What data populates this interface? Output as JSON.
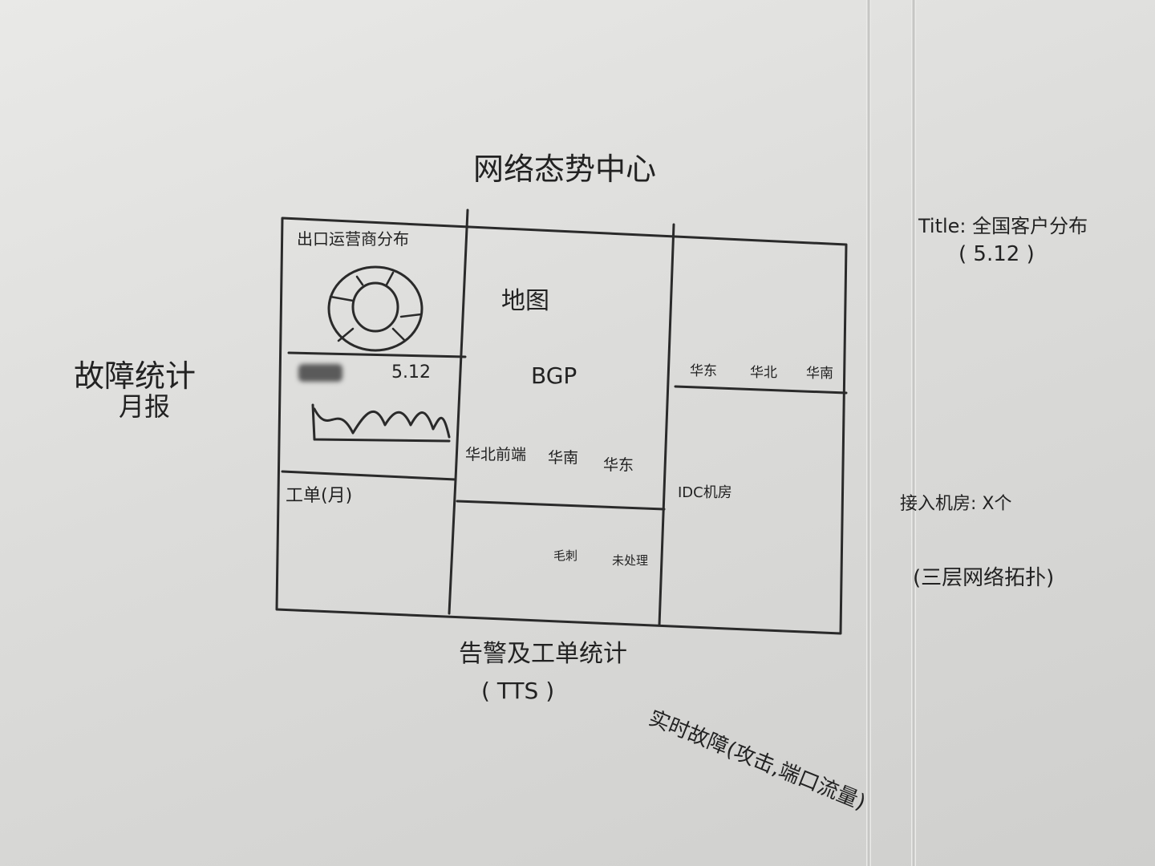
{
  "whiteboard": {
    "title": "网络态势中心",
    "top_left_panel": {
      "title": "出口运营商分布"
    },
    "mid_left_panel": {
      "date": "5.12"
    },
    "bottom_left_panel": {
      "title": "工单(月)"
    },
    "map_panel": {
      "title": "地图",
      "center_label": "BGP",
      "regions": [
        "华北前端",
        "华南",
        "华东"
      ]
    },
    "bottom_center_panel": {
      "box_labels": [
        "毛刺",
        "未处理"
      ]
    },
    "top_right_panel": {
      "region_buttons": [
        "华东",
        "华北",
        "华南"
      ]
    },
    "bottom_right_panel": {
      "title": "IDC机房"
    },
    "annotations": {
      "left_title": "故障统计",
      "left_subtitle": "月报",
      "top_right_title": "Title: 全国客户分布",
      "top_right_sub": "( 5.12 )",
      "right_top": "接入机房: X个",
      "right_bottom": "(三层网络拓扑)",
      "bottom_center_title": "告警及工单统计",
      "bottom_center_sub": "( TTS )",
      "bottom_right": "实时故障(攻击,端口流量)"
    }
  }
}
